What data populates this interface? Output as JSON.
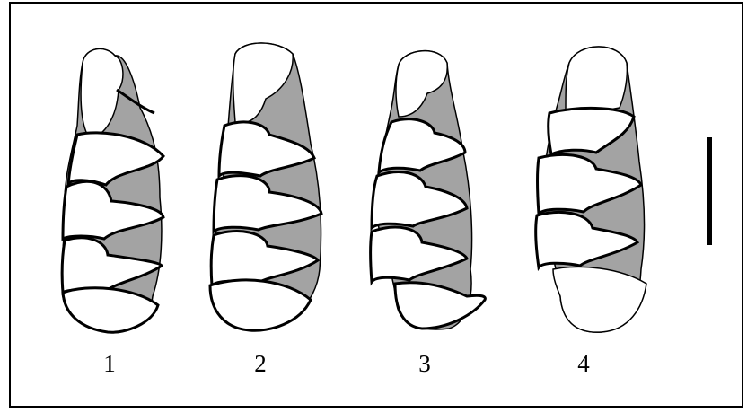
{
  "figure": {
    "specimen_labels": [
      "1",
      "2",
      "3",
      "4"
    ]
  },
  "colors": {
    "shaded": "#a3a3a3",
    "outline": "#000000",
    "background": "#ffffff"
  }
}
